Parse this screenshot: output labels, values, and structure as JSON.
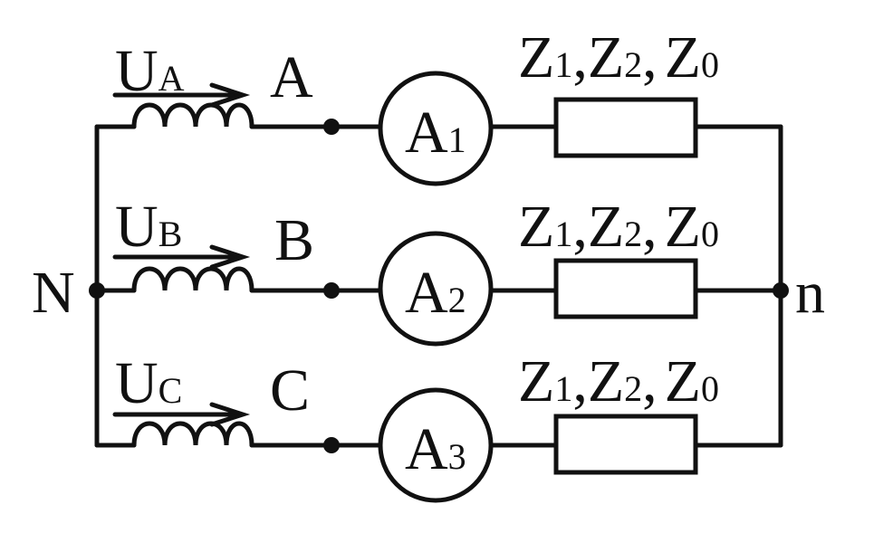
{
  "colors": {
    "ink": "#111111",
    "background": "#ffffff"
  },
  "neutral_source": {
    "label": "N"
  },
  "neutral_load": {
    "label": "n"
  },
  "phases": [
    {
      "voltage": {
        "symbol": "U",
        "sub": "A"
      },
      "node": "A",
      "ammeter": {
        "symbol": "A",
        "sub": "1"
      },
      "impedance": [
        {
          "s": "Z",
          "sub": "1"
        },
        {
          "s": "Z",
          "sub": "2"
        },
        {
          "s": "Z",
          "sub": "0"
        }
      ]
    },
    {
      "voltage": {
        "symbol": "U",
        "sub": "B"
      },
      "node": "B",
      "ammeter": {
        "symbol": "A",
        "sub": "2"
      },
      "impedance": [
        {
          "s": "Z",
          "sub": "1"
        },
        {
          "s": "Z",
          "sub": "2"
        },
        {
          "s": "Z",
          "sub": "0"
        }
      ]
    },
    {
      "voltage": {
        "symbol": "U",
        "sub": "C"
      },
      "node": "C",
      "ammeter": {
        "symbol": "A",
        "sub": "3"
      },
      "impedance": [
        {
          "s": "Z",
          "sub": "1"
        },
        {
          "s": "Z",
          "sub": "2"
        },
        {
          "s": "Z",
          "sub": "0"
        }
      ]
    }
  ],
  "separator": ","
}
